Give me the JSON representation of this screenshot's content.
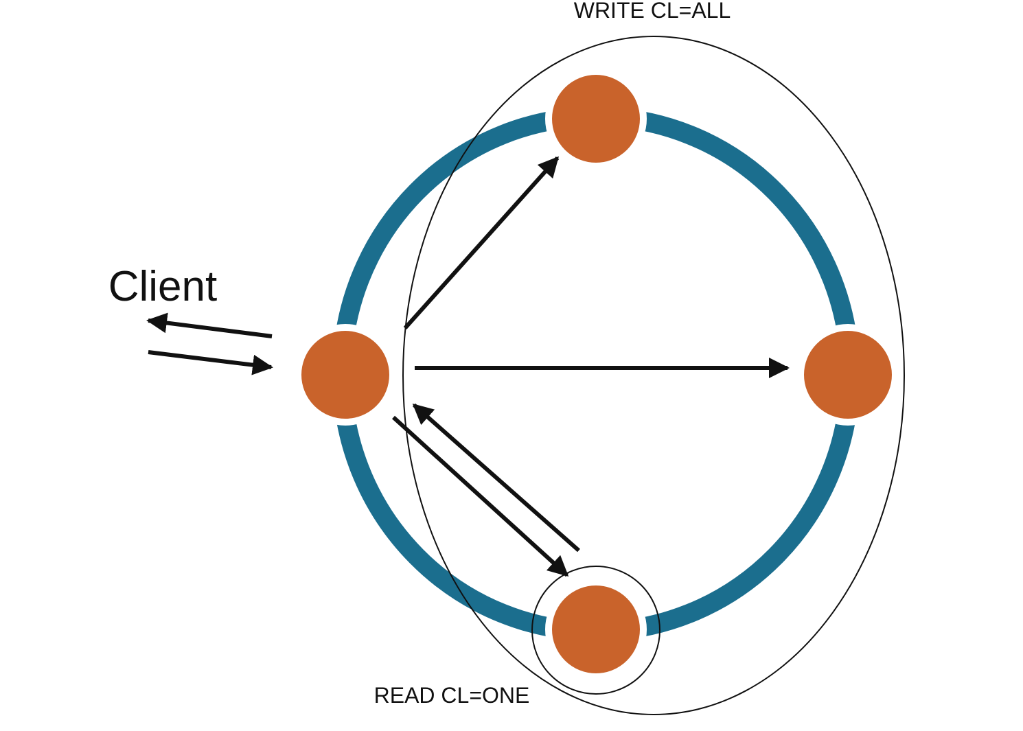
{
  "labels": {
    "client": "Client",
    "write_scope": "WRITE CL=ALL",
    "read_scope": "READ CL=ONE"
  },
  "nodes": [
    {
      "id": "top",
      "role": "replica"
    },
    {
      "id": "left",
      "role": "coordinator"
    },
    {
      "id": "right",
      "role": "replica"
    },
    {
      "id": "bottom",
      "role": "replica"
    }
  ],
  "colors": {
    "ring": "#1b6e8e",
    "node": "#c9632b",
    "ink": "#111111",
    "outline": "#111111"
  }
}
